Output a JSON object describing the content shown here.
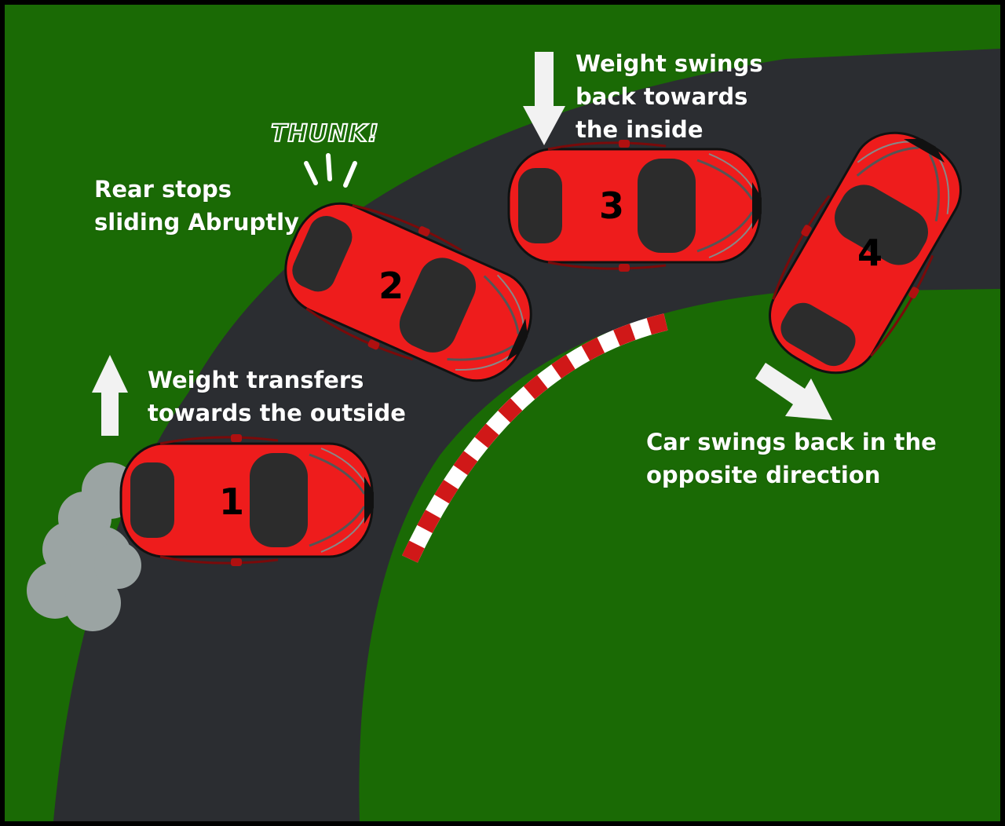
{
  "colors": {
    "grass": "#1a6a05",
    "road": "#2b2d31",
    "car_body": "#ee1c1c",
    "car_glass": "#2c2c2c",
    "arrow": "#f2f2f2",
    "kerb_red": "#d01818",
    "kerb_white": "#ffffff",
    "smoke": "#9ba4a3",
    "text": "#ffffff"
  },
  "labels": {
    "weight_outside": "Weight transfers\ntowards the outside",
    "rear_stops": "Rear stops\nsliding Abruptly",
    "thunk": "THUNK!",
    "weight_inside": "Weight swings\nback towards\nthe inside",
    "car_swings": "Car swings back in the\nopposite direction"
  },
  "cars": [
    {
      "number": "1"
    },
    {
      "number": "2"
    },
    {
      "number": "3"
    },
    {
      "number": "4"
    }
  ],
  "icons": [
    "up-arrow-icon",
    "down-arrow-icon",
    "diagonal-arrow-icon",
    "impact-lines-icon",
    "smoke-cloud-icon"
  ]
}
